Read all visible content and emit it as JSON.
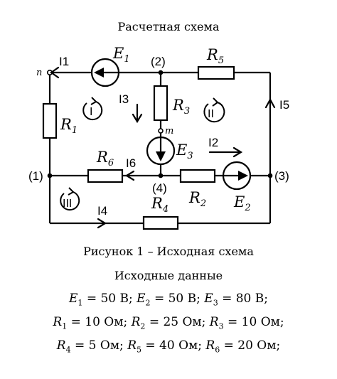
{
  "title": "Расчетная схема",
  "caption": "Рисунок 1 – Исходная схема",
  "subtitle": "Исходные данные",
  "circuit": {
    "nodes": {
      "n": "n",
      "m": "m",
      "n1": "(1)",
      "n2": "(2)",
      "n3": "(3)",
      "n4": "(4)"
    },
    "resistors": {
      "R1": {
        "sym": "R",
        "sub": "1"
      },
      "R2": {
        "sym": "R",
        "sub": "2"
      },
      "R3": {
        "sym": "R",
        "sub": "3"
      },
      "R4": {
        "sym": "R",
        "sub": "4"
      },
      "R5": {
        "sym": "R",
        "sub": "5"
      },
      "R6": {
        "sym": "R",
        "sub": "6"
      }
    },
    "sources": {
      "E1": {
        "sym": "E",
        "sub": "1"
      },
      "E2": {
        "sym": "E",
        "sub": "2"
      },
      "E3": {
        "sym": "E",
        "sub": "3"
      }
    },
    "currents": {
      "I1": "I1",
      "I2": "I2",
      "I3": "I3",
      "I4": "I4",
      "I5": "I5",
      "I6": "I6"
    },
    "loops": {
      "L1": "I",
      "L2": "II",
      "L3": "III"
    }
  },
  "data_lines": [
    [
      {
        "sym": "E",
        "sub": "1",
        "val": "= 50 В;"
      },
      {
        "sym": "E",
        "sub": "2",
        "val": "= 50 В;"
      },
      {
        "sym": "E",
        "sub": "3",
        "val": "= 80 В;"
      }
    ],
    [
      {
        "sym": "R",
        "sub": "1",
        "val": "= 10 Ом;"
      },
      {
        "sym": "R",
        "sub": "2",
        "val": "= 25 Ом;"
      },
      {
        "sym": "R",
        "sub": "3",
        "val": "= 10 Ом;"
      }
    ],
    [
      {
        "sym": "R",
        "sub": "4",
        "val": "= 5 Ом;"
      },
      {
        "sym": "R",
        "sub": "5",
        "val": "= 40 Ом;"
      },
      {
        "sym": "R",
        "sub": "6",
        "val": "= 20 Ом;"
      }
    ]
  ]
}
